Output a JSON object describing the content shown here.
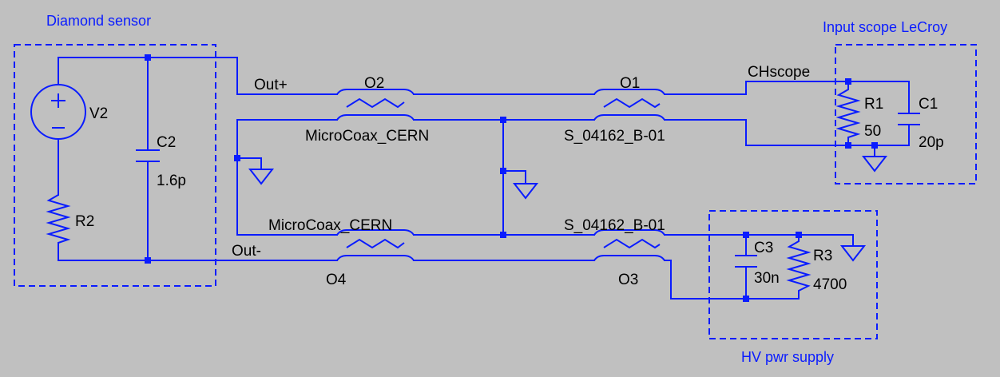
{
  "blocks": {
    "diamond_sensor": "Diamond sensor",
    "input_scope": "Input scope LeCroy",
    "hv_supply": "HV pwr supply"
  },
  "components": {
    "v2": {
      "name": "V2"
    },
    "r2": {
      "name": "R2"
    },
    "c2": {
      "name": "C2",
      "value": "1.6p"
    },
    "r1": {
      "name": "R1",
      "value": "50"
    },
    "c1": {
      "name": "C1",
      "value": "20p"
    },
    "c3": {
      "name": "C3",
      "value": "30n"
    },
    "r3": {
      "name": "R3",
      "value": "4700"
    }
  },
  "transmission_lines": {
    "o1": {
      "name": "O1",
      "model": "S_04162_B-01"
    },
    "o2": {
      "name": "O2",
      "model": "MicroCoax_CERN"
    },
    "o3": {
      "name": "O3",
      "model": "S_04162_B-01"
    },
    "o4": {
      "name": "O4",
      "model": "MicroCoax_CERN"
    }
  },
  "nets": {
    "out_plus": "Out+",
    "out_minus": "Out-",
    "chscope": "CHscope"
  },
  "colors": {
    "background": "#c0c0c0",
    "wire": "#0a1cff",
    "text": "#000000"
  }
}
